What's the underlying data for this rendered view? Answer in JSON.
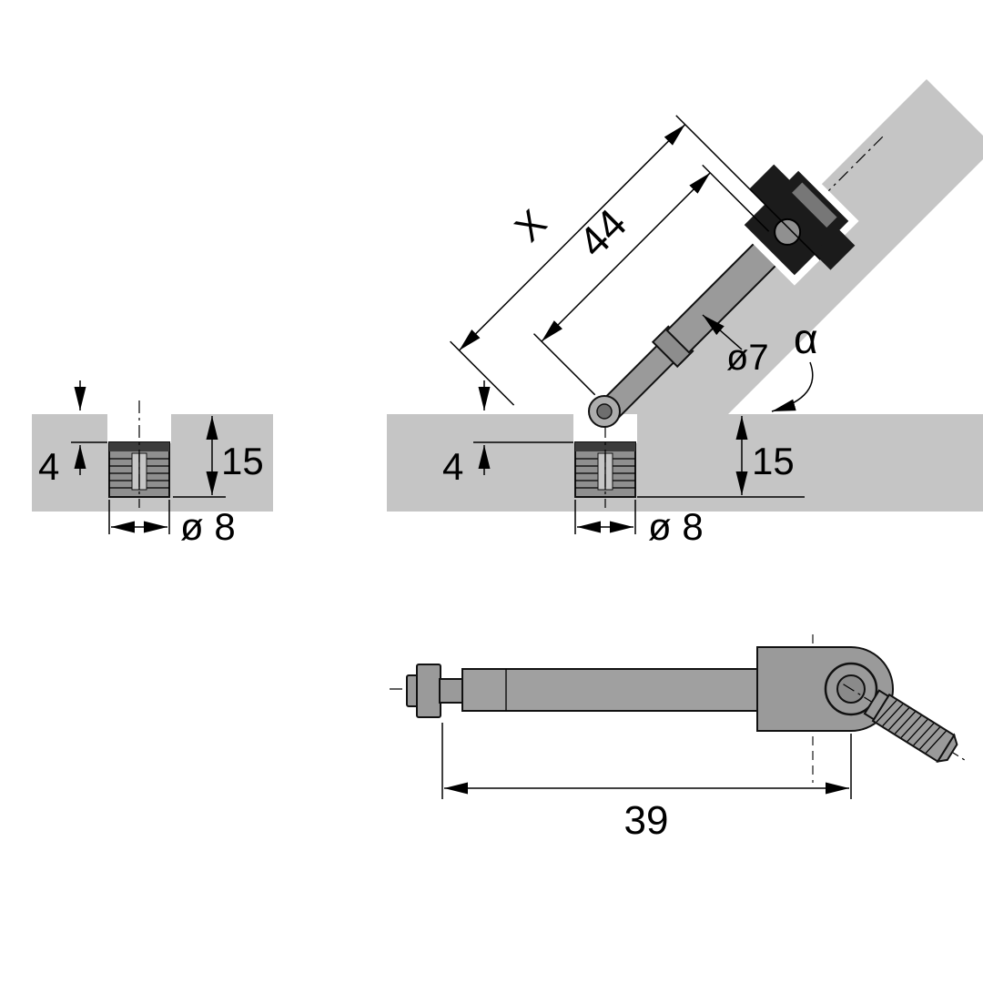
{
  "figures": {
    "left": {
      "recess_depth": "4",
      "hole_depth": "15",
      "hole_diameter": "ø 8"
    },
    "right": {
      "variable_length": "X",
      "bolt_length": "44",
      "shaft_diameter": "ø7",
      "angle_symbol": "α",
      "recess_depth": "4",
      "hole_depth": "15",
      "hole_diameter": "ø 8"
    },
    "bolt_side_view": {
      "shank_length": "39"
    }
  },
  "colors": {
    "panel": "#c5c5c5",
    "metal_light": "#9a9a9a",
    "metal_dark": "#1b1b1b",
    "line": "#000000",
    "background": "#ffffff"
  }
}
